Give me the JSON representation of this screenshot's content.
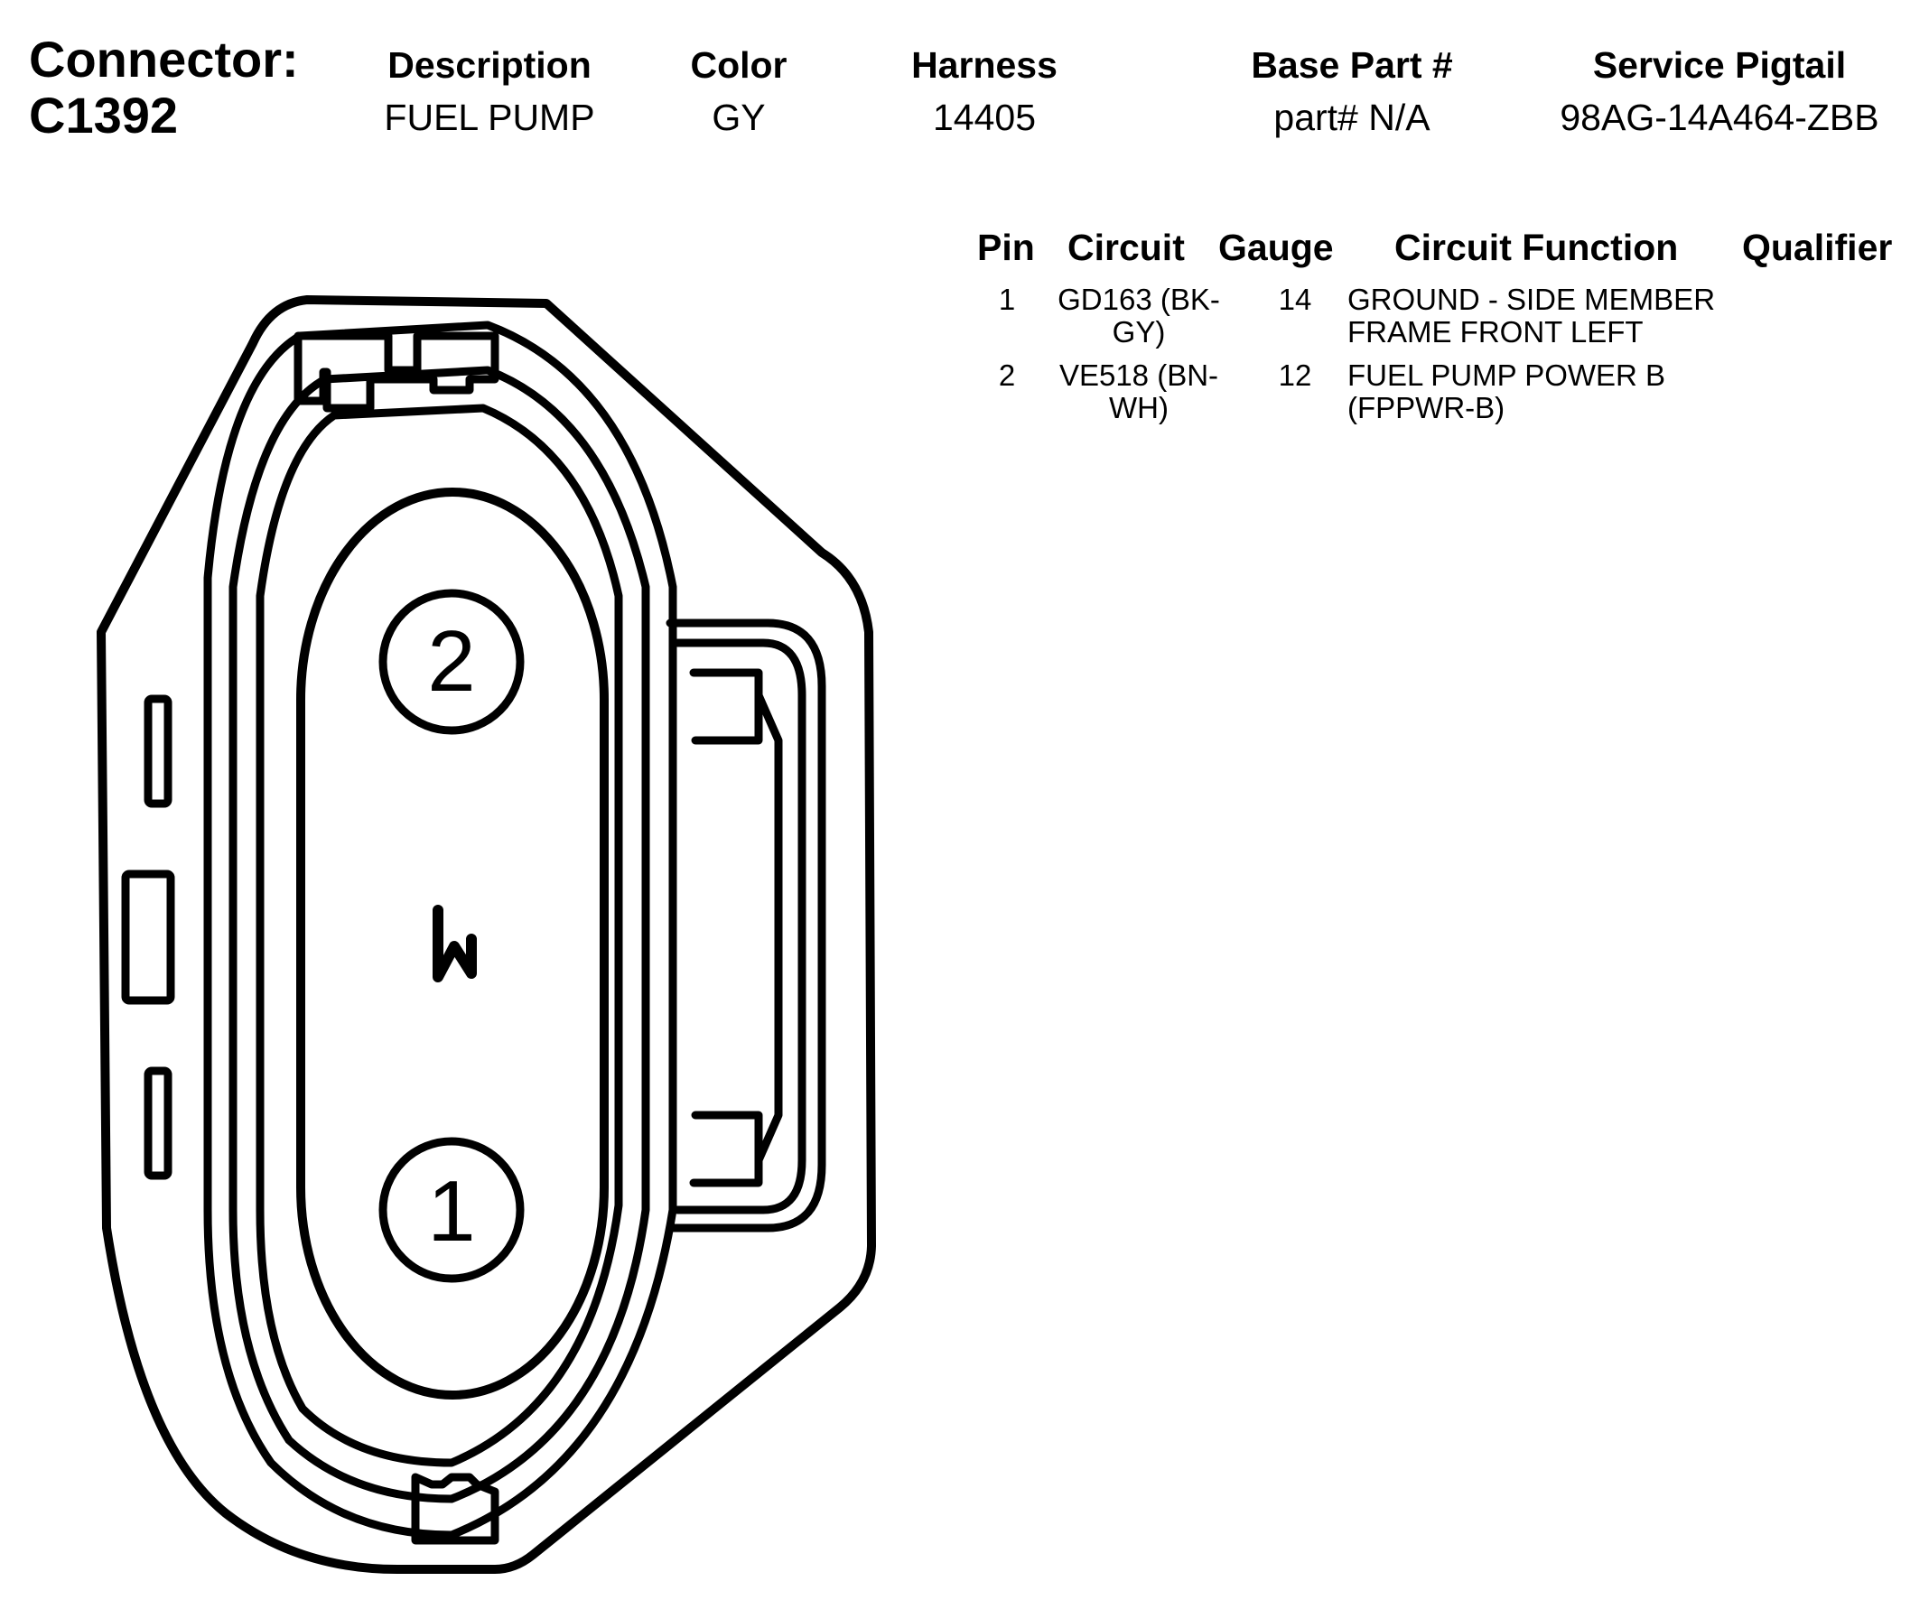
{
  "connector": {
    "label": "Connector:",
    "id": "C1392"
  },
  "header": {
    "columns": [
      {
        "title": "Description",
        "value": "FUEL PUMP"
      },
      {
        "title": "Color",
        "value": "GY"
      },
      {
        "title": "Harness",
        "value": "14405"
      },
      {
        "title": "Base Part #",
        "value": "part# N/A"
      },
      {
        "title": "Service Pigtail",
        "value": "98AG-14A464-ZBB"
      }
    ]
  },
  "pin_table": {
    "headers": {
      "pin": "Pin",
      "circuit": "Circuit",
      "gauge": "Gauge",
      "function": "Circuit Function",
      "qualifier": "Qualifier"
    },
    "rows": [
      {
        "pin": "1",
        "circuit_line1": "GD163 (BK-",
        "circuit_line2": "GY)",
        "gauge": "14",
        "function_line1": "GROUND - SIDE MEMBER",
        "function_line2": "FRAME FRONT LEFT",
        "qualifier": ""
      },
      {
        "pin": "2",
        "circuit_line1": "VE518 (BN-",
        "circuit_line2": "WH)",
        "gauge": "12",
        "function_line1": "FUEL PUMP POWER B",
        "function_line2": "(FPPWR-B)",
        "qualifier": ""
      }
    ]
  },
  "diagram": {
    "pin_labels": {
      "top": "2",
      "bottom": "1"
    },
    "stroke_color": "#000000",
    "fill_color": "#ffffff"
  }
}
